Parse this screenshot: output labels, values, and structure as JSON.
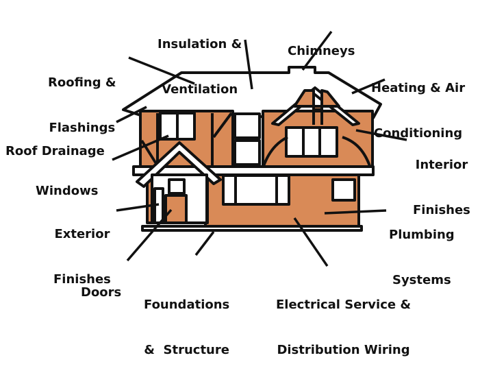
{
  "colors": {
    "stroke": "#111111",
    "wall_fill": "#d98a57",
    "white": "#ffffff",
    "text": "#111111"
  },
  "labels": {
    "insulation": {
      "line1": "Insulation &",
      "line2": "Ventilation"
    },
    "chimneys": {
      "line1": "Chimneys"
    },
    "roofing": {
      "line1": "Roofing &",
      "line2": "Flashings"
    },
    "heating": {
      "line1": "Heating & Air",
      "line2": "Conditioning"
    },
    "drainage": {
      "line1": "Roof Drainage"
    },
    "interior": {
      "line1": "Interior",
      "line2": "Finishes"
    },
    "windows": {
      "line1": "Windows"
    },
    "exterior": {
      "line1": "Exterior",
      "line2": "Finishes"
    },
    "plumbing": {
      "line1": "Plumbing",
      "line2": "Systems"
    },
    "doors": {
      "line1": "Doors"
    },
    "foundations": {
      "line1": "Foundations",
      "line2": "&  Structure"
    },
    "electrical": {
      "line1": "Electrical Service &",
      "line2": "Distribution Wiring"
    }
  }
}
